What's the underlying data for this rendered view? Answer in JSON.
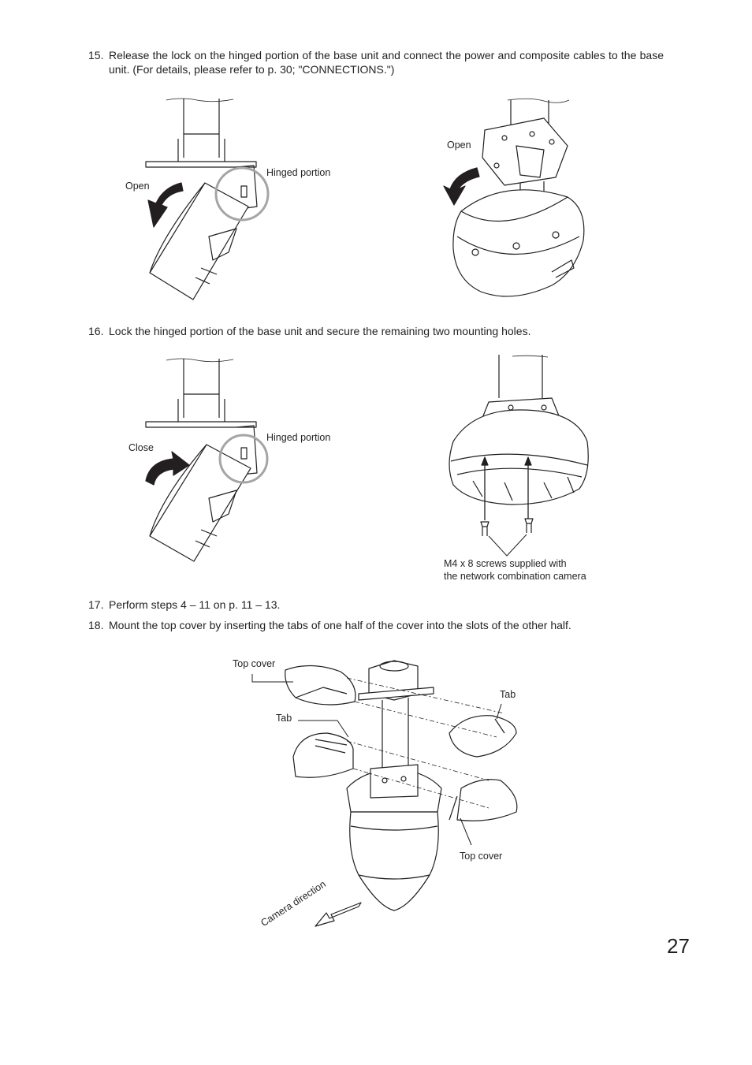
{
  "steps": [
    {
      "num": "15.",
      "text": "Release the lock on the hinged portion of the base unit and connect the power and composite cables to the base unit. (For details, please refer to p. 30; \"CONNECTIONS.\")"
    },
    {
      "num": "16.",
      "text": "Lock the hinged portion of the base unit and secure the remaining two mounting holes."
    },
    {
      "num": "17.",
      "text": "Perform steps 4 – 11 on p. 11 – 13."
    },
    {
      "num": "18.",
      "text": "Mount the top cover by inserting the tabs of one half of the cover into the slots of the other half."
    }
  ],
  "figure15": {
    "left_open": "Open",
    "left_hinged": "Hinged portion",
    "right_open": "Open"
  },
  "figure16": {
    "left_close": "Close",
    "left_hinged": "Hinged portion",
    "screws_line1": "M4 x 8 screws supplied with",
    "screws_line2": "the network combination camera"
  },
  "figure18": {
    "top_cover_a": "Top cover",
    "tab_left": "Tab",
    "tab_right": "Tab",
    "top_cover_b": "Top cover",
    "camera_direction": "Camera direction"
  },
  "page_number": "27"
}
